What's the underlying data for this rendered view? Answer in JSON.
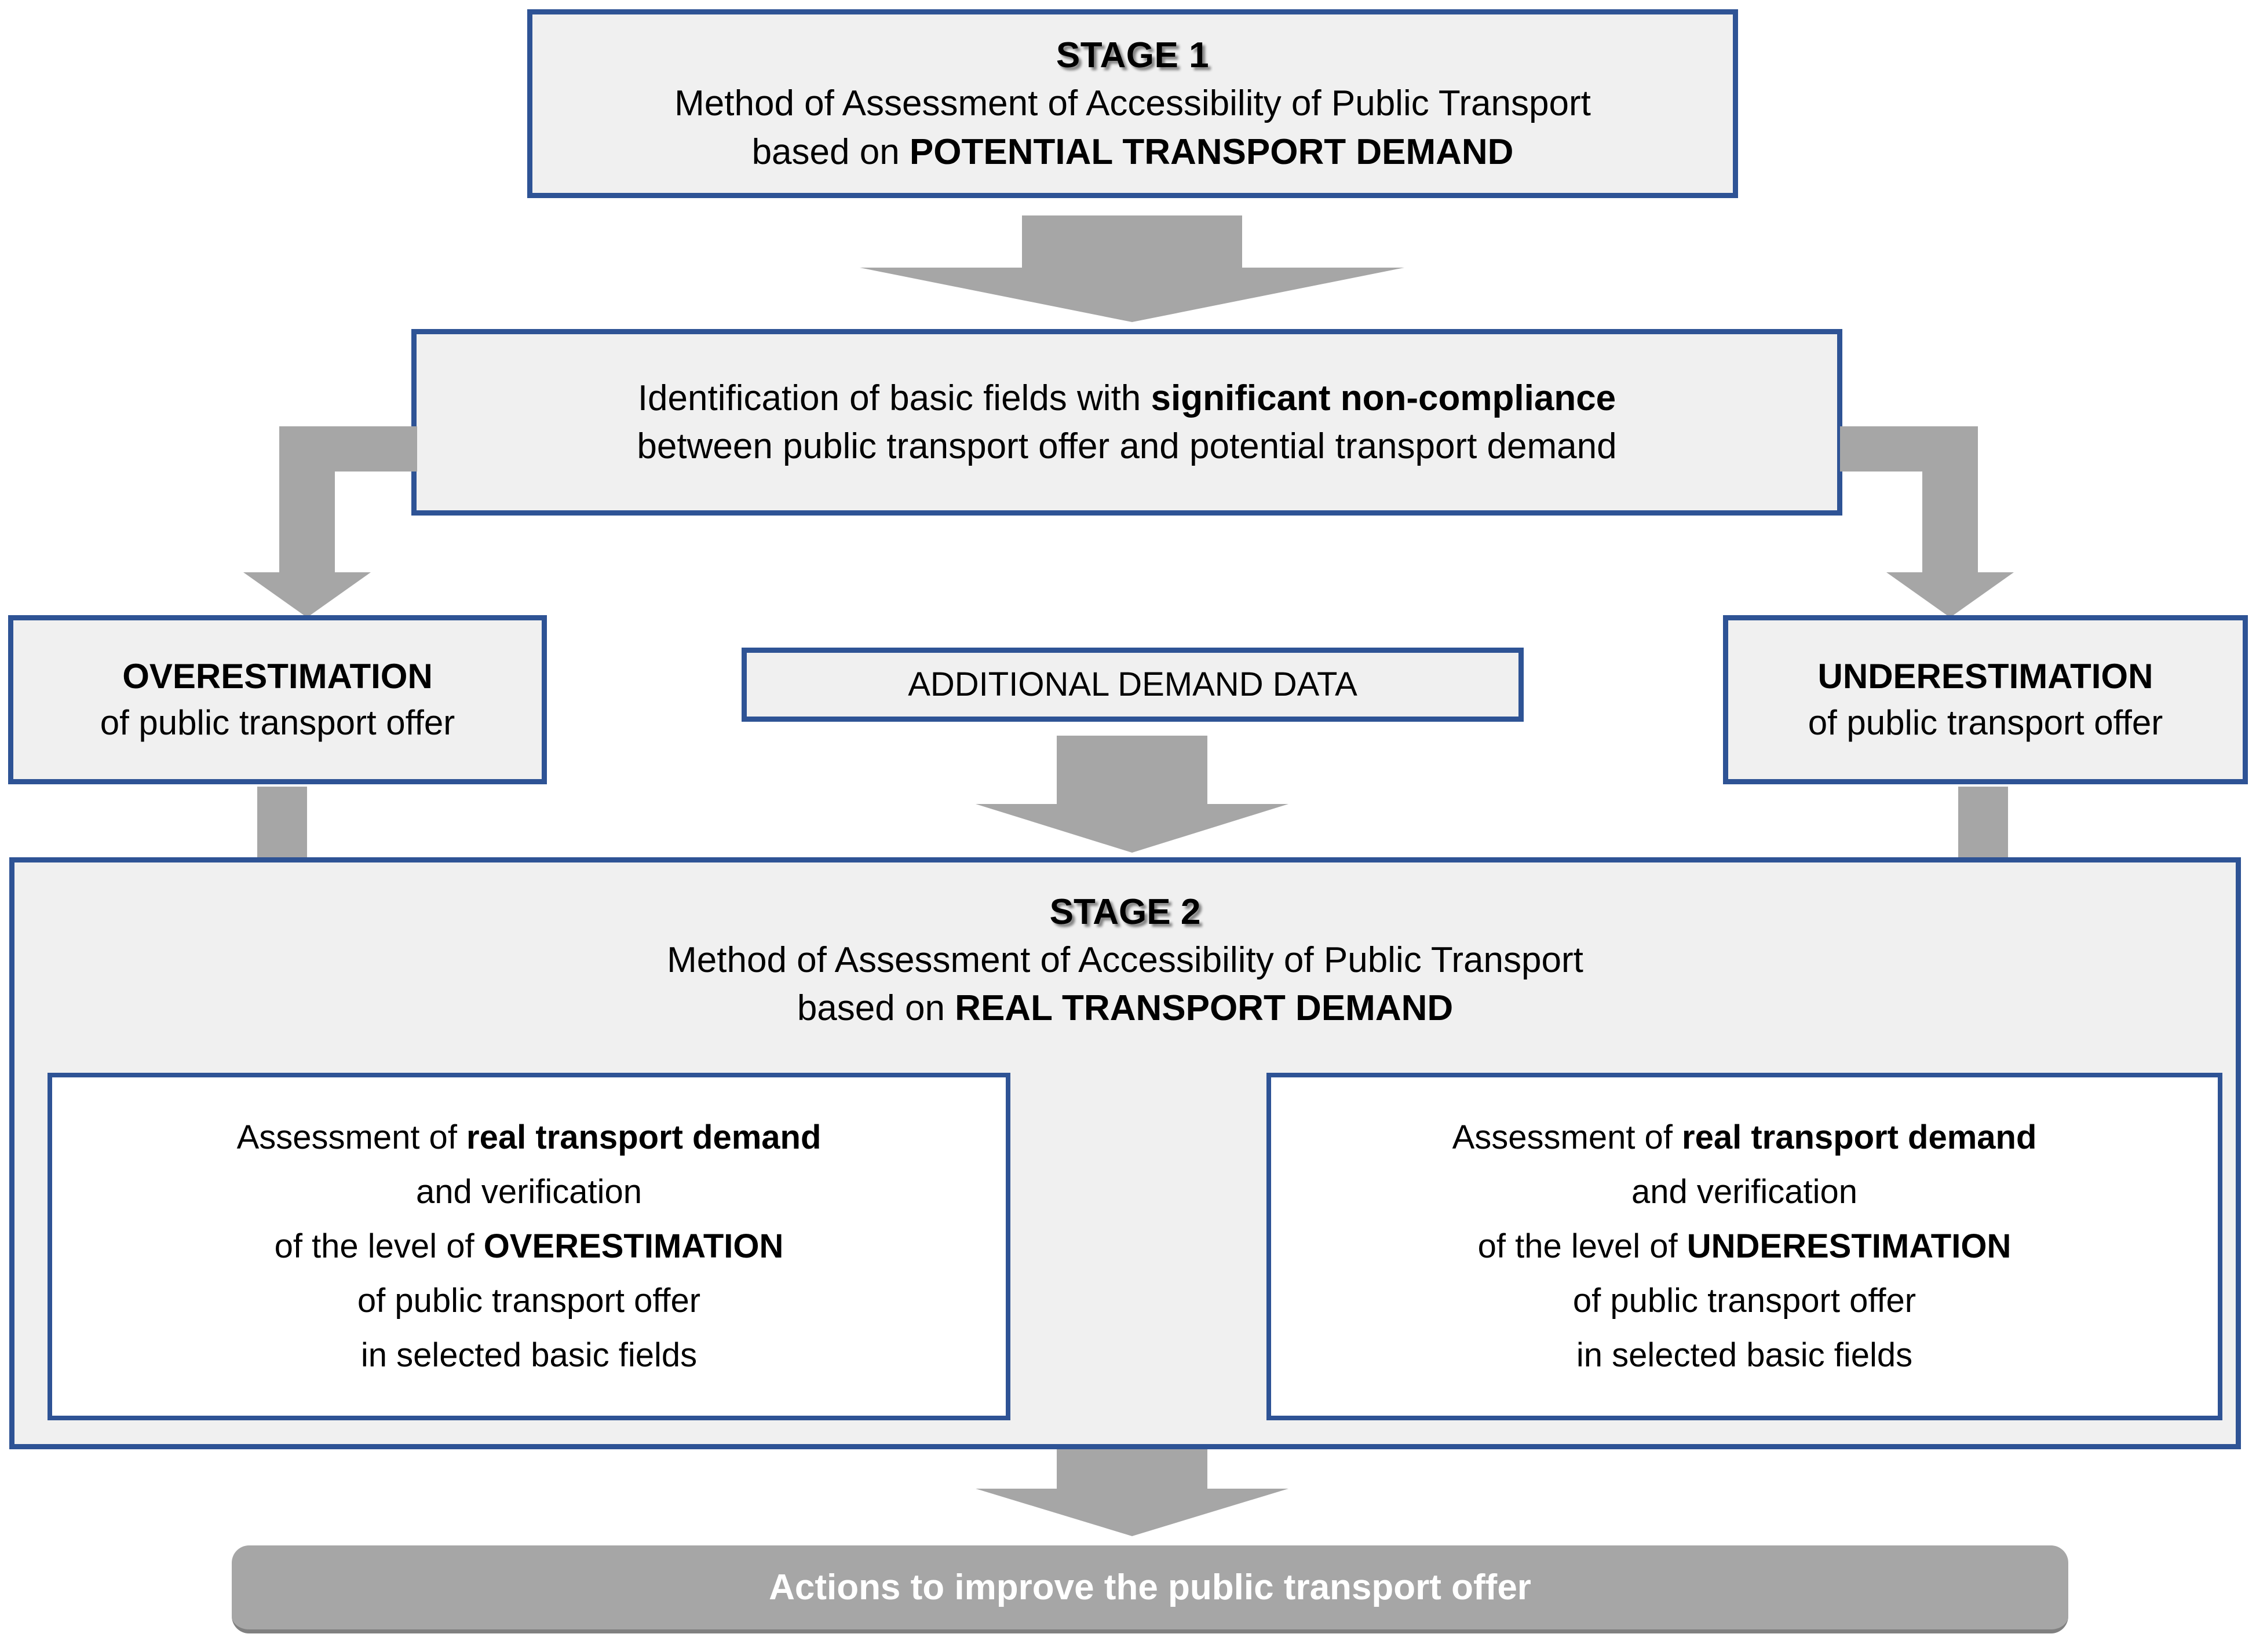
{
  "diagram": {
    "title": "Two-stage method of assessment of accessibility of public transport",
    "accent_border_color": "#2E5395",
    "box_fill_color": "#F0F0F0",
    "arrow_color": "#A6A6A6",
    "banner_color": "#A6A6A6"
  },
  "stage1": {
    "title": "STAGE 1",
    "line1": "Method of Assessment of Accessibility of Public Transport",
    "line2_prefix": "based on ",
    "line2_bold": "POTENTIAL TRANSPORT DEMAND"
  },
  "identification": {
    "line1_prefix": "Identification of basic fields with ",
    "line1_bold": "significant non-compliance",
    "line2": "between public transport offer and potential transport demand"
  },
  "overestimation": {
    "heading": "OVERESTIMATION",
    "subtitle": "of public transport offer"
  },
  "underestimation": {
    "heading": "UNDERESTIMATION",
    "subtitle": "of public transport offer"
  },
  "additional_demand": {
    "label": "ADDITIONAL DEMAND DATA"
  },
  "stage2": {
    "title": "STAGE 2",
    "line1": "Method of Assessment of Accessibility of Public Transport",
    "line2_prefix": "based on ",
    "line2_bold": "REAL TRANSPORT DEMAND"
  },
  "assessment_left": {
    "line1_prefix": "Assessment of ",
    "line1_bold": "real transport demand",
    "line2": "and verification",
    "line3_prefix": "of the level of ",
    "line3_bold": "OVERESTIMATION",
    "line4": "of public transport offer",
    "line5": "in selected basic fields"
  },
  "assessment_right": {
    "line1_prefix": "Assessment of ",
    "line1_bold": "real transport demand",
    "line2": "and verification",
    "line3_prefix": "of the level of ",
    "line3_bold": "UNDERESTIMATION",
    "line4": "of public transport offer",
    "line5": "in selected basic fields"
  },
  "banner": {
    "label": "Actions to improve the public transport offer"
  },
  "arrows": {
    "stage1_to_identification": "down-arrow",
    "identification_to_overestimation": "elbow-left-down-arrow",
    "identification_to_underestimation": "elbow-right-down-arrow",
    "additional_demand_to_stage2": "down-arrow",
    "overestimation_to_assessment_left": "long-down-arrow",
    "underestimation_to_assessment_right": "long-down-arrow",
    "stage2_to_banner": "down-arrow"
  }
}
